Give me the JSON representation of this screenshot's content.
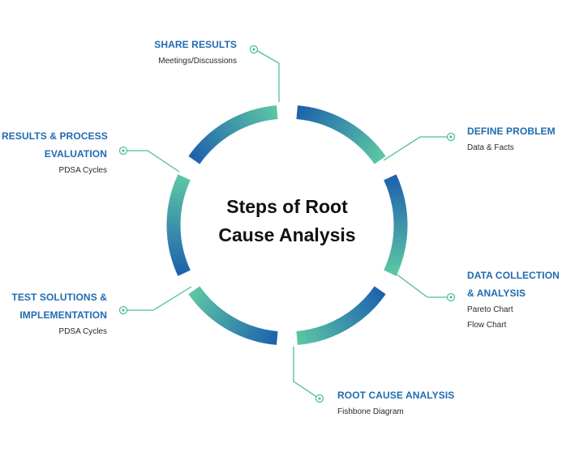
{
  "title_lines": [
    "Steps of Root",
    "Cause Analysis"
  ],
  "colors": {
    "teal": "#5cc6a4",
    "blue": "#1e62ad",
    "label": "#1f6bb0",
    "connector": "#4fbf99"
  },
  "steps": [
    {
      "title": [
        "SHARE RESULTS"
      ],
      "details": [
        "Meetings/Discussions"
      ]
    },
    {
      "title": [
        "DEFINE PROBLEM"
      ],
      "details": [
        "Data & Facts"
      ]
    },
    {
      "title": [
        "DATA COLLECTION",
        "& ANALYSIS"
      ],
      "details": [
        "Pareto Chart",
        "Flow Chart"
      ]
    },
    {
      "title": [
        "ROOT CAUSE ANALYSIS"
      ],
      "details": [
        "Fishbone Diagram"
      ]
    },
    {
      "title": [
        "TEST SOLUTIONS &",
        "IMPLEMENTATION"
      ],
      "details": [
        "PDSA Cycles"
      ]
    },
    {
      "title": [
        "RESULTS & PROCESS",
        "EVALUATION"
      ],
      "details": [
        "PDSA Cycles"
      ]
    }
  ]
}
